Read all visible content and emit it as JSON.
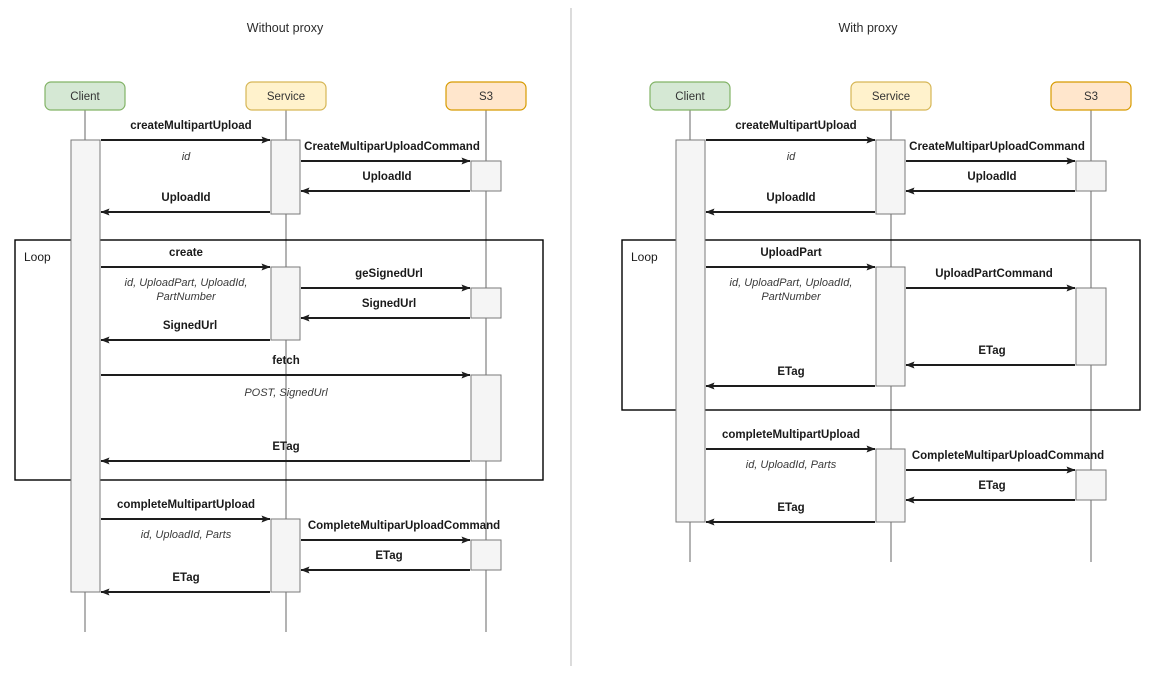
{
  "page": {
    "title": "S3 Multipart Upload sequence diagrams",
    "background": "#ffffff",
    "divider_color": "#cccccc"
  },
  "colors": {
    "client_fill": "#d5e8d4",
    "client_stroke": "#82b366",
    "service_fill": "#fff2cc",
    "service_stroke": "#d6b656",
    "s3_fill": "#ffe6cc",
    "s3_stroke": "#d79b00",
    "lifeline": "#b3b3b3",
    "activation_fill": "#f5f5f5",
    "activation_stroke": "#7a7a7a",
    "arrow": "#1d1d1d",
    "frame": "#000000"
  },
  "panels": [
    {
      "id": "without-proxy",
      "title": "Without proxy",
      "actors": [
        {
          "name": "Client",
          "role": "client"
        },
        {
          "name": "Service",
          "role": "service"
        },
        {
          "name": "S3",
          "role": "s3"
        }
      ],
      "frames": [
        {
          "label": "Loop"
        }
      ],
      "messages": [
        {
          "label": "createMultipartUpload",
          "note": "id",
          "from": "Client",
          "to": "Service",
          "direction": "forward"
        },
        {
          "label": "CreateMultiparUploadCommand",
          "note": "",
          "from": "Service",
          "to": "S3",
          "direction": "forward"
        },
        {
          "label": "UploadId",
          "note": "",
          "from": "S3",
          "to": "Service",
          "direction": "reverse"
        },
        {
          "label": "UploadId",
          "note": "",
          "from": "Service",
          "to": "Client",
          "direction": "reverse"
        },
        {
          "label": "create",
          "note": "id, UploadPart, UploadId,",
          "note2": "PartNumber",
          "from": "Client",
          "to": "Service",
          "direction": "forward"
        },
        {
          "label": "geSignedUrl",
          "note": "",
          "from": "Service",
          "to": "S3",
          "direction": "forward"
        },
        {
          "label": "SignedUrl",
          "note": "",
          "from": "S3",
          "to": "Service",
          "direction": "reverse"
        },
        {
          "label": "SignedUrl",
          "note": "",
          "from": "Service",
          "to": "Client",
          "direction": "reverse"
        },
        {
          "label": "fetch",
          "note": "POST, SignedUrl",
          "from": "Client",
          "to": "S3",
          "direction": "forward"
        },
        {
          "label": "ETag",
          "note": "",
          "from": "S3",
          "to": "Client",
          "direction": "reverse"
        },
        {
          "label": "completeMultipartUpload",
          "note": "id, UploadId, Parts",
          "from": "Client",
          "to": "Service",
          "direction": "forward"
        },
        {
          "label": "CompleteMultiparUploadCommand",
          "note": "",
          "from": "Service",
          "to": "S3",
          "direction": "forward"
        },
        {
          "label": "ETag",
          "note": "",
          "from": "S3",
          "to": "Service",
          "direction": "reverse"
        },
        {
          "label": "ETag",
          "note": "",
          "from": "Service",
          "to": "Client",
          "direction": "reverse"
        }
      ]
    },
    {
      "id": "with-proxy",
      "title": "With proxy",
      "actors": [
        {
          "name": "Client",
          "role": "client"
        },
        {
          "name": "Service",
          "role": "service"
        },
        {
          "name": "S3",
          "role": "s3"
        }
      ],
      "frames": [
        {
          "label": "Loop"
        }
      ],
      "messages": [
        {
          "label": "createMultipartUpload",
          "note": "id",
          "from": "Client",
          "to": "Service",
          "direction": "forward"
        },
        {
          "label": "CreateMultiparUploadCommand",
          "note": "",
          "from": "Service",
          "to": "S3",
          "direction": "forward"
        },
        {
          "label": "UploadId",
          "note": "",
          "from": "S3",
          "to": "Service",
          "direction": "reverse"
        },
        {
          "label": "UploadId",
          "note": "",
          "from": "Service",
          "to": "Client",
          "direction": "reverse"
        },
        {
          "label": "UploadPart",
          "note": "id, UploadPart, UploadId,",
          "note2": "PartNumber",
          "from": "Client",
          "to": "Service",
          "direction": "forward"
        },
        {
          "label": "UploadPartCommand",
          "note": "",
          "from": "Service",
          "to": "S3",
          "direction": "forward"
        },
        {
          "label": "ETag",
          "note": "",
          "from": "S3",
          "to": "Service",
          "direction": "reverse"
        },
        {
          "label": "ETag",
          "note": "",
          "from": "Service",
          "to": "Client",
          "direction": "reverse"
        },
        {
          "label": "completeMultipartUpload",
          "note": "id, UploadId, Parts",
          "from": "Client",
          "to": "Service",
          "direction": "forward"
        },
        {
          "label": "CompleteMultiparUploadCommand",
          "note": "",
          "from": "Service",
          "to": "S3",
          "direction": "forward"
        },
        {
          "label": "ETag",
          "note": "",
          "from": "S3",
          "to": "Service",
          "direction": "reverse"
        },
        {
          "label": "ETag",
          "note": "",
          "from": "Service",
          "to": "Client",
          "direction": "reverse"
        }
      ]
    }
  ],
  "labels": {
    "left_title": "Without proxy",
    "right_title": "With proxy",
    "loop_left": "Loop",
    "loop_right": "Loop",
    "client": "Client",
    "service": "Service",
    "s3": "S3",
    "create_multipart_upload": "createMultipartUpload",
    "create_multipar_upload_command": "CreateMultiparUploadCommand",
    "upload_id": "UploadId",
    "create": "create",
    "ge_signed_url": "geSignedUrl",
    "signed_url": "SignedUrl",
    "fetch": "fetch",
    "etag": "ETag",
    "complete_multipart_upload": "completeMultipartUpload",
    "complete_multipar_upload_command": "CompleteMultiparUploadCommand",
    "upload_part": "UploadPart",
    "upload_part_command": "UploadPartCommand",
    "note_id": "id",
    "note_params_line1": "id, UploadPart, UploadId,",
    "note_params_line2": "PartNumber",
    "note_post_signedurl": "POST, SignedUrl",
    "note_complete_params": "id, UploadId, Parts"
  }
}
